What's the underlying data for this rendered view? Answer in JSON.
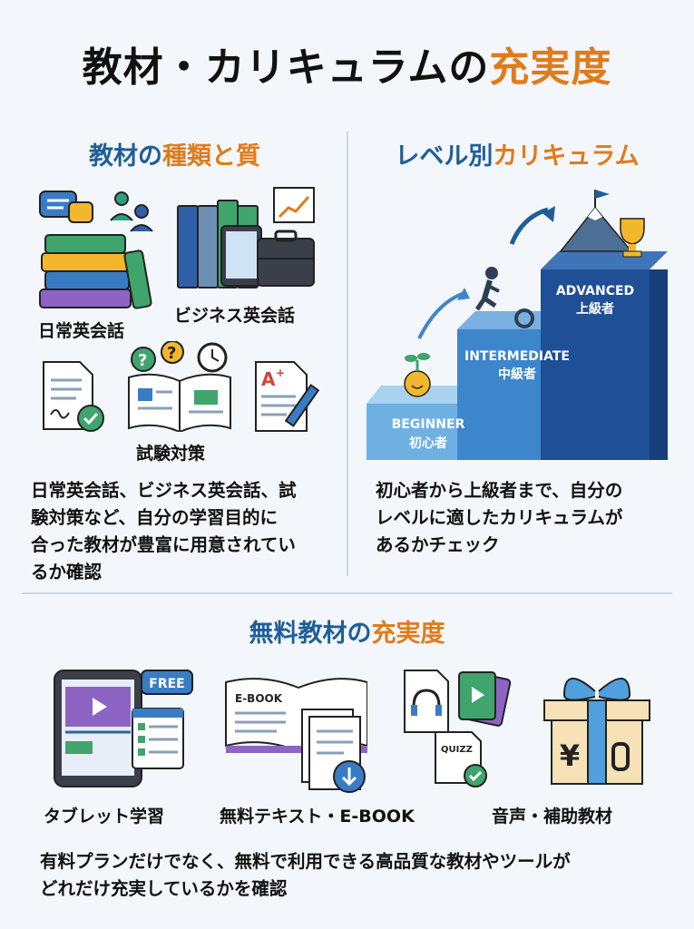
{
  "header": {
    "title_main": "教材・カリキュラムの",
    "title_accent": "充実度"
  },
  "materials": {
    "title_main": "教材の",
    "title_accent": "種類と質",
    "items": [
      "日常英会話",
      "ビジネス英会話",
      "試験対策"
    ],
    "desc_lines": [
      "日常英会話、ビジネス英会話、試",
      "験対策など、自分の学習目的に",
      "合った教材が豊富に用意されてい",
      "るか確認"
    ]
  },
  "levels": {
    "title_main": "レベル別",
    "title_accent": "カリキュラム",
    "steps": [
      {
        "en": "BEGINNER",
        "ja": "初心者"
      },
      {
        "en": "INTERMEDIATE",
        "ja": "中級者"
      },
      {
        "en": "ADVANCED",
        "ja": "上級者"
      }
    ],
    "desc_lines": [
      "初心者から上級者まで、自分の",
      "レベルに適したカリキュラムが",
      "あるかチェック"
    ]
  },
  "free": {
    "title_main": "無料教材の",
    "title_accent": "充実度",
    "free_badge": "FREE",
    "ebook_label": "E-BOOK",
    "quiz_label": "QUIZZ",
    "yen": "¥",
    "items": [
      "タブレット学習",
      "無料テキスト・E-BOOK",
      "音声・補助教材"
    ],
    "desc_lines": [
      "有料プランだけでなく、無料で利用できる高品質な教材やツールが",
      "どれだけ充実しているかを確認"
    ]
  },
  "colors": {
    "accent": "#e07b1c",
    "blue": "#1f5e98"
  }
}
